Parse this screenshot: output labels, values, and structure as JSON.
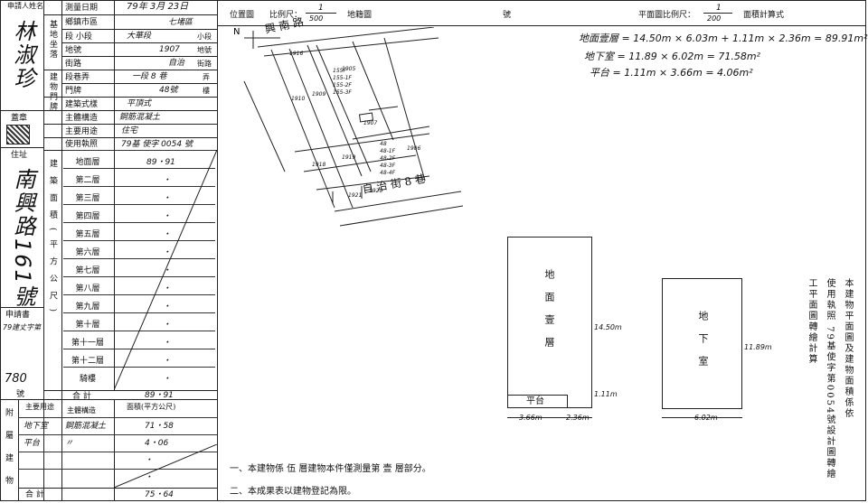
{
  "left_panel": {
    "applicant_header": "申請人姓名",
    "applicant_name": "林淑珍",
    "seal_header": "蓋章",
    "address_header": "住址",
    "address_value": "南興路161號",
    "doc_no_header": "申請書",
    "doc_no_prefix": "79建丈字第",
    "doc_no_value": "780",
    "doc_no_suffix": "號",
    "survey_date_label": "測量日期",
    "survey_date_value": "79年 3月 23日",
    "district_label": "鄉鎮市區",
    "district_value": "七堵區",
    "section_label": "段 小段",
    "section_value": "大華段",
    "section_suffix": "小段",
    "lot_label": "地號",
    "lot_value": "1907",
    "lot_suffix": "地號",
    "road_label": "街路",
    "road_value": "自治",
    "road_suffix": "街路",
    "lane_label": "段巷弄",
    "lane_value": "一段 8 巷",
    "lane_suffix": "弄",
    "door_label": "門牌",
    "door_value": "48號",
    "door_suffix": "樓",
    "left_vlabel_1": "基地坐落",
    "left_vlabel_2": "建物門牌",
    "style_label": "建築式樣",
    "style_value": "平頂式",
    "structure_label": "主體構造",
    "structure_value": "鋼筋混凝土",
    "use_label": "主要用途",
    "use_value": "住宅",
    "license_label": "使用執照",
    "license_value": "79基 使字 0054 號",
    "floors_vlabel": "建築面積(平方公尺)",
    "floors": [
      {
        "label": "地面層",
        "value": "89・91"
      },
      {
        "label": "第二層",
        "value": "・"
      },
      {
        "label": "第三層",
        "value": "・"
      },
      {
        "label": "第四層",
        "value": "・"
      },
      {
        "label": "第五層",
        "value": "・"
      },
      {
        "label": "第六層",
        "value": "・"
      },
      {
        "label": "第七層",
        "value": "・"
      },
      {
        "label": "第八層",
        "value": "・"
      },
      {
        "label": "第九層",
        "value": "・"
      },
      {
        "label": "第十層",
        "value": "・"
      },
      {
        "label": "第十一層",
        "value": "・"
      },
      {
        "label": "第十二層",
        "value": "・"
      },
      {
        "label": "騎樓",
        "value": "・"
      }
    ],
    "total_label": "合 計",
    "total_value": "89・91",
    "annex_vlabel": "附屬建物",
    "annex_headers": [
      "主要用途",
      "主體構造",
      "面積(平方公尺)"
    ],
    "annex_rows": [
      {
        "use": "地下室",
        "structure": "鋼筋混凝土",
        "area": "71・58"
      },
      {
        "use": "平台",
        "structure": "〃",
        "area": "4・06"
      },
      {
        "use": "",
        "structure": "",
        "area": "・"
      },
      {
        "use": "",
        "structure": "",
        "area": "・"
      }
    ],
    "annex_total_label": "合 計",
    "annex_total_value": "75・64"
  },
  "location_plan": {
    "header_label": "位置圖",
    "scale_label": "比例尺：",
    "scale_num": "1",
    "scale_den": "500",
    "cadastral_label": "地籍圖",
    "number_label": "號",
    "north": "N",
    "road_1": "興 南 路",
    "road_2": "自 治 街 8 巷",
    "lots": [
      "1916",
      "1905",
      "1910",
      "1909",
      "155F",
      "155-1F",
      "155-2F",
      "155-3F",
      "1907",
      "1918",
      "1919",
      "48",
      "48-1F",
      "48-2F",
      "48-3F",
      "48-4F",
      "1906",
      "1921",
      "1920"
    ]
  },
  "floor_plan": {
    "header_label": "平面圖比例尺：",
    "scale_num": "1",
    "scale_den": "200",
    "method_label": "面積計算式",
    "formulas": [
      "地面壹層 = 14.50m × 6.03m + 1.11m × 2.36m = 89.91m²",
      "地下室 = 11.89 × 6.02m = 71.58m²",
      "平台 = 1.11m × 3.66m = 4.06m²"
    ],
    "ground_floor_label": "地面壹層",
    "platform_label": "平台",
    "ground_dim_side": "14.50m",
    "ground_dim_small": "1.11m",
    "ground_dim_bottom_1": "3.66m",
    "ground_dim_bottom_2": "2.36m",
    "basement_label": "地下室",
    "basement_dim_side": "11.89m",
    "basement_dim_bottom": "6.02m"
  },
  "right_notes": {
    "col1": "本建物平面圖及建物面積係依",
    "col2": "使用執照 79基使字第0054號設計圖轉繪",
    "col3": "工平面圖轉繪計算"
  },
  "footer": {
    "note1": "一、本建物係 伍 層建物本件僅測量第 壹 層部分。",
    "note2": "二、本成果表以建物登記為限。"
  }
}
